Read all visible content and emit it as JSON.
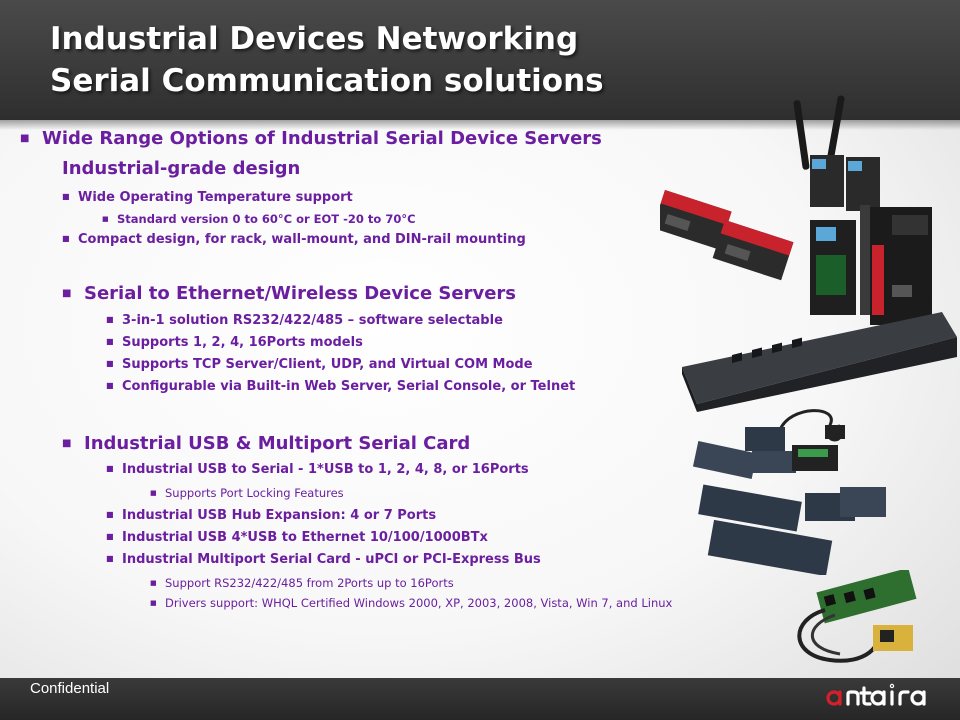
{
  "title": {
    "line1": "Industrial Devices Networking",
    "line2": "Serial Communication solutions"
  },
  "sections": {
    "main_heading": "Wide Range Options of Industrial Serial Device Servers",
    "industrial_grade": {
      "heading": "Industrial-grade design",
      "items": [
        "Wide Operating Temperature support",
        "Standard version 0 to 60°C  or EOT -20 to 70°C",
        "Compact design, for rack, wall-mount, and DIN-rail mounting"
      ]
    },
    "serial_ethernet": {
      "heading": "Serial to Ethernet/Wireless Device Servers",
      "items": [
        "3-in-1 solution RS232/422/485 – software selectable",
        "Supports 1, 2, 4, 16Ports models",
        "Supports TCP Server/Client, UDP, and Virtual COM Mode",
        "Configurable via Built-in Web Server, Serial Console, or Telnet"
      ]
    },
    "usb_multiport": {
      "heading": "Industrial USB & Multiport Serial Card",
      "items": [
        "Industrial USB to Serial - 1*USB to 1, 2, 4, 8, or 16Ports",
        "Supports Port Locking Features",
        "Industrial USB Hub Expansion: 4 or 7 Ports",
        "Industrial USB 4*USB to Ethernet 10/100/1000BTx",
        "Industrial Multiport Serial Card - uPCI or PCI-Express Bus",
        "Support RS232/422/485  from 2Ports up to 16Ports",
        "Drivers support: WHQL Certified Windows 2000, XP, 2003, 2008, Vista, Win 7, and Linux"
      ]
    }
  },
  "bullet_glyph": "■",
  "footer": {
    "confidential": "Confidential",
    "logo": "antaira"
  },
  "colors": {
    "text_purple": "#6b1fa0",
    "header_bg": "#3a3a3a",
    "logo_red": "#d4202a"
  }
}
